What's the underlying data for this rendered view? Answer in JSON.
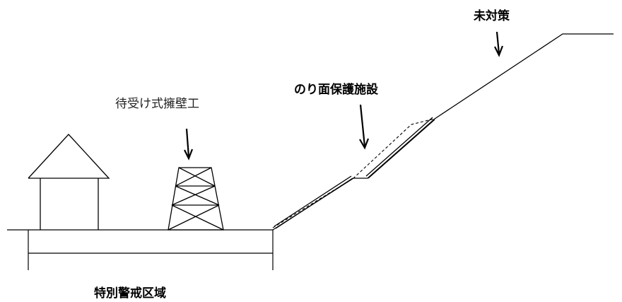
{
  "labels": {
    "untreated": "未対策",
    "slope_protection": "のり面保護施設",
    "retaining_wall": "待受け式擁壁工",
    "special_warning_area": "特別警戒区域"
  }
}
